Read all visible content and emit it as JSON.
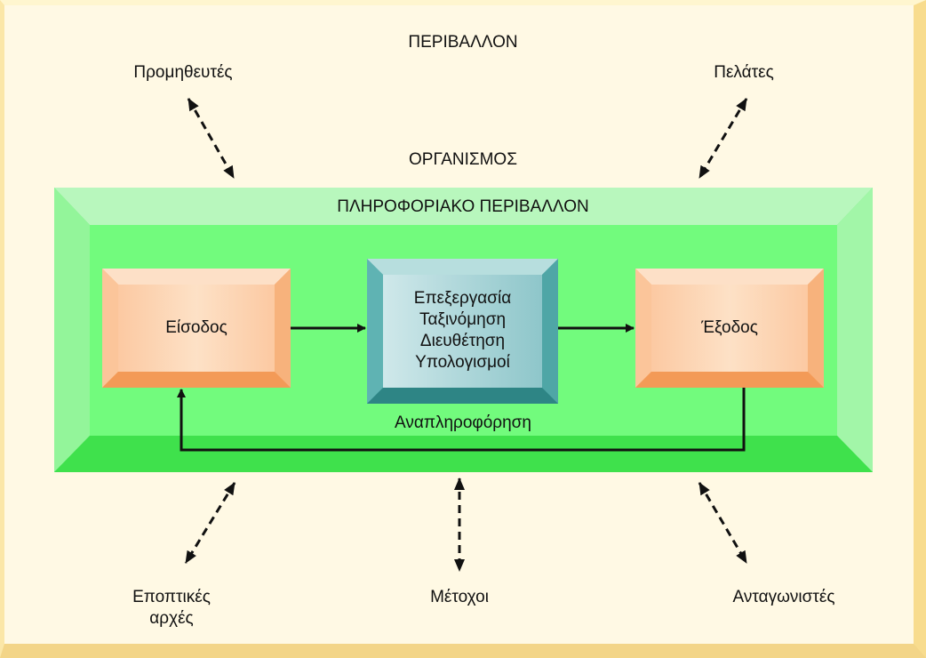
{
  "environment": {
    "title": "ΠΕΡΙΒΑΛΛΟΝ"
  },
  "organization": {
    "title": "ΟΡΓΑΝΙΣΜΟΣ"
  },
  "information_environment": {
    "title": "ΠΛΗΡΟΦΟΡΙΑΚΟ ΠΕΡΙΒΑΛΛΟΝ"
  },
  "stakeholders": {
    "suppliers": "Προμηθευτές",
    "customers": "Πελάτες",
    "regulators": "Εποπτικές\nαρχές",
    "shareholders": "Μέτοχοι",
    "competitors": "Ανταγωνιστές"
  },
  "process": {
    "input": "Είσοδος",
    "processing_lines": [
      "Επεξεργασία",
      "Ταξινόμηση",
      "Διευθέτηση",
      "Υπολογισμοί"
    ],
    "output": "Έξοδος",
    "feedback": "Αναπληροφόρηση"
  },
  "colors": {
    "background": "#fff9e4",
    "outer_green": "#5ef06a",
    "inner_green": "#72fb7d",
    "orange_box": "#fbb983",
    "teal_box": "#7fc0c4"
  }
}
